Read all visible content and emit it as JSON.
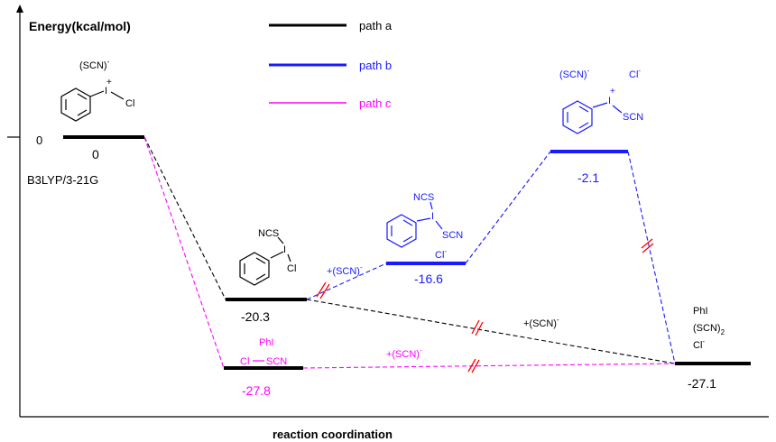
{
  "axes": {
    "y_label": "Energy(kcal/mol)",
    "x_label": "reaction coordination",
    "zero_tick": "0"
  },
  "method": "B3LYP/3-21G",
  "colors": {
    "path_a": "#000000",
    "path_b": "#1a1aff",
    "path_c": "#ff00ff",
    "break_mark": "#ff0000"
  },
  "legend": [
    {
      "label": "path a",
      "color": "#000000"
    },
    {
      "label": "path b",
      "color": "#1a1aff"
    },
    {
      "label": "path c",
      "color": "#ff00ff"
    }
  ],
  "levels": {
    "start": "0",
    "a_int": "-20.3",
    "c_int": "-27.8",
    "b_int1": "-16.6",
    "b_int2": "-2.1",
    "final": "-27.1"
  },
  "annotations": {
    "start_anion": "(SCN)",
    "start_anion_sup": "-",
    "start_plus": "+",
    "start_cl": "Cl",
    "a_ncs": "NCS",
    "a_i": "I",
    "a_cl": "Cl",
    "plus_scn_b": "+(SCN)",
    "plus_scn_b_sup": "-",
    "plus_scn_a": "+(SCN)",
    "plus_scn_a_sup": "-",
    "plus_scn_c": "+(SCN)",
    "plus_scn_c_sup": "-",
    "c_phi": "PhI",
    "c_cl": "Cl",
    "c_scn": "SCN",
    "b1_ncs": "NCS",
    "b1_i": "I",
    "b1_scn": "SCN",
    "b1_cl": "Cl",
    "b1_cl_sup": "-",
    "b2_anion": "(SCN)",
    "b2_anion_sup": "-",
    "b2_cl": "Cl",
    "b2_cl_sup": "-",
    "b2_plus": "+",
    "b2_i": "I",
    "b2_scn": "SCN",
    "start_i": "I",
    "final_phi": "PhI",
    "final_scn2": "(SCN)",
    "final_scn2_sub": "2",
    "final_cl": "Cl",
    "final_cl_sup": "-"
  }
}
